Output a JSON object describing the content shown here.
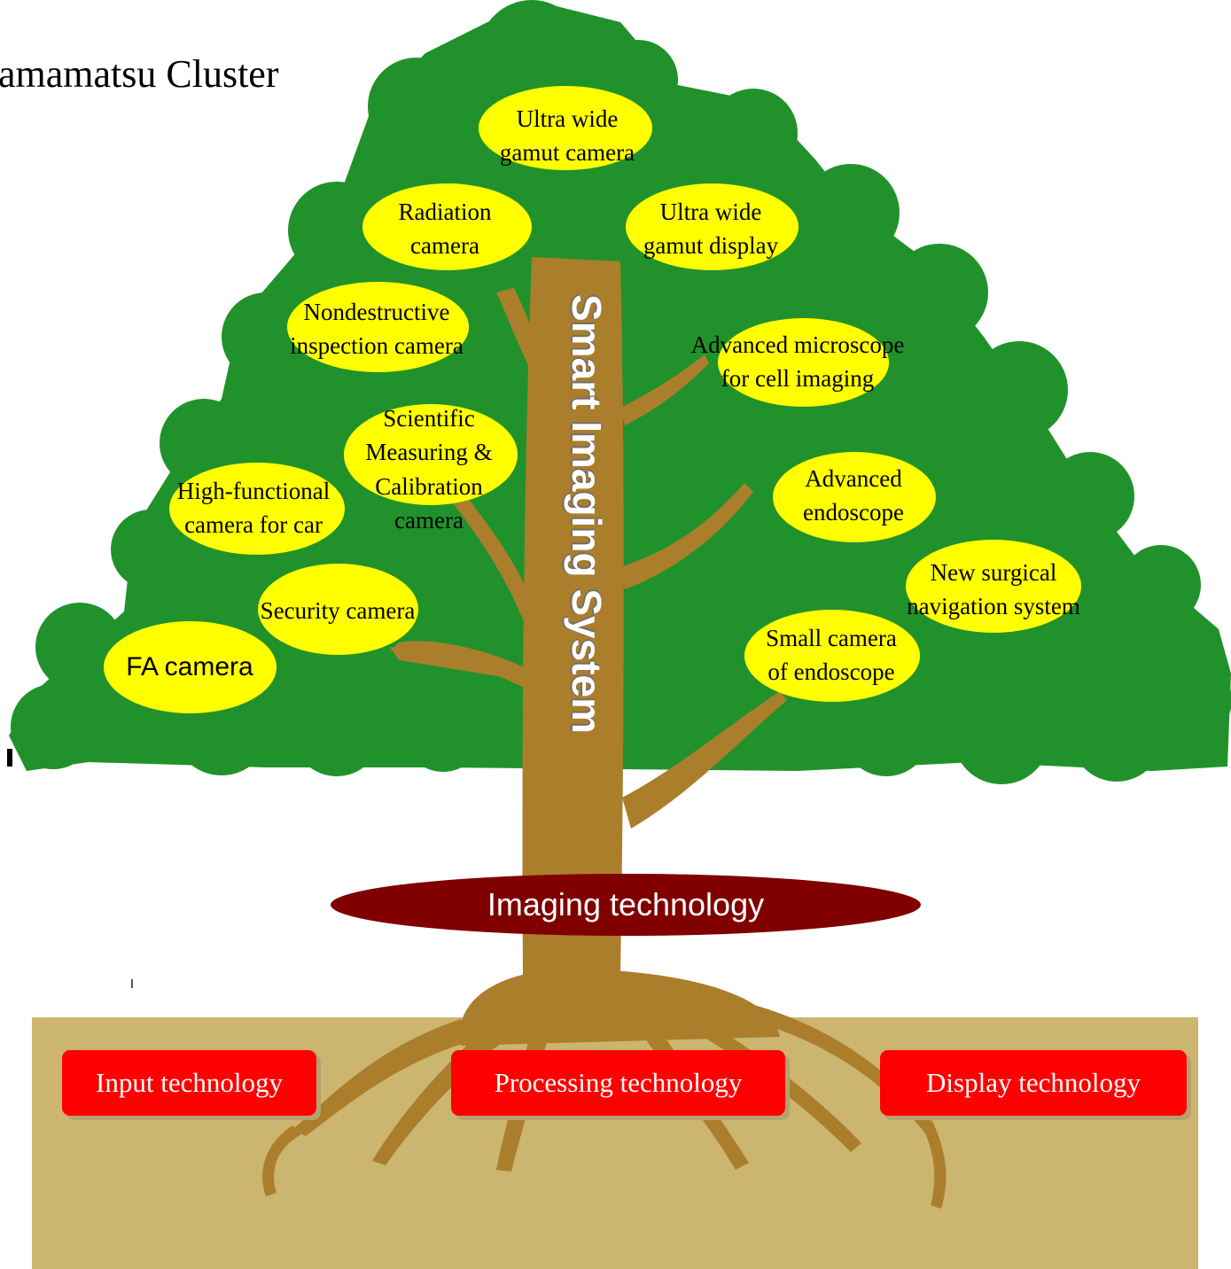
{
  "title": "amamatsu Cluster",
  "trunk_label": "Smart Imaging System",
  "leaves": [
    {
      "id": "ultra-wide-gamut-camera",
      "lines": [
        "Ultra wide",
        "gamut camera"
      ]
    },
    {
      "id": "radiation-camera",
      "lines": [
        "Radiation",
        "camera"
      ]
    },
    {
      "id": "ultra-wide-gamut-display",
      "lines": [
        "Ultra wide",
        "gamut display"
      ]
    },
    {
      "id": "nondestructive-inspection-camera",
      "lines": [
        "Nondestructive",
        "inspection camera"
      ]
    },
    {
      "id": "advanced-microscope",
      "lines": [
        "Advanced microscope",
        "for cell imaging"
      ]
    },
    {
      "id": "scientific-measuring-camera",
      "lines": [
        "Scientific",
        "Measuring  &",
        "Calibration",
        "camera"
      ]
    },
    {
      "id": "high-functional-camera",
      "lines": [
        "High-functional",
        "camera for car"
      ]
    },
    {
      "id": "advanced-endoscope",
      "lines": [
        "Advanced",
        "endoscope"
      ]
    },
    {
      "id": "new-surgical-navigation",
      "lines": [
        "New surgical",
        "navigation system"
      ]
    },
    {
      "id": "security-camera",
      "lines": [
        "Security camera"
      ]
    },
    {
      "id": "small-camera-endoscope",
      "lines": [
        "Small camera",
        "of endoscope"
      ]
    },
    {
      "id": "fa-camera",
      "lines": [
        "FA camera"
      ]
    }
  ],
  "roots": {
    "input": "Input technology",
    "processing": "Processing technology",
    "display": "Display technology"
  },
  "base_label": "Imaging technology",
  "colors": {
    "foliage": "#21922b",
    "trunk": "#ab7e2c",
    "ground": "#cbb56f",
    "leaf": "#ffff00",
    "root_box": "#ff0000",
    "base": "#800000"
  }
}
